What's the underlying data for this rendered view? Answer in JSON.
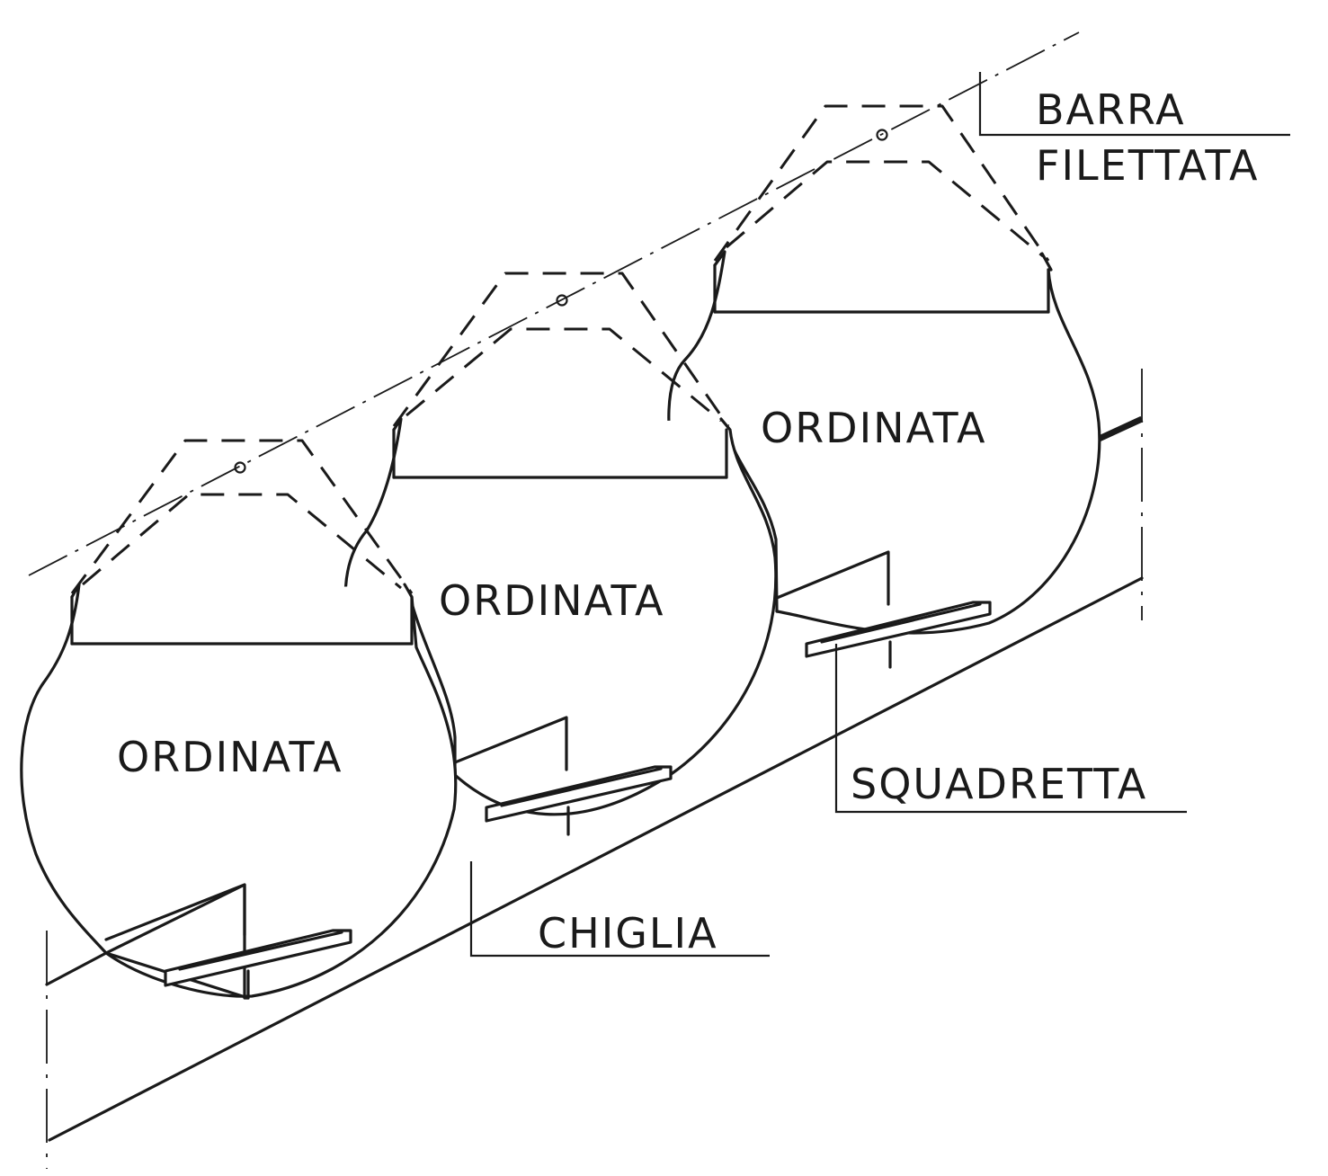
{
  "labels": {
    "frame_1": "ORDINATA",
    "frame_2": "ORDINATA",
    "frame_3": "ORDINATA",
    "threaded_bar_line1": "BARRA",
    "threaded_bar_line2": "FILETTATA",
    "bracket": "SQUADRETTA",
    "keel": "CHIGLIA"
  }
}
